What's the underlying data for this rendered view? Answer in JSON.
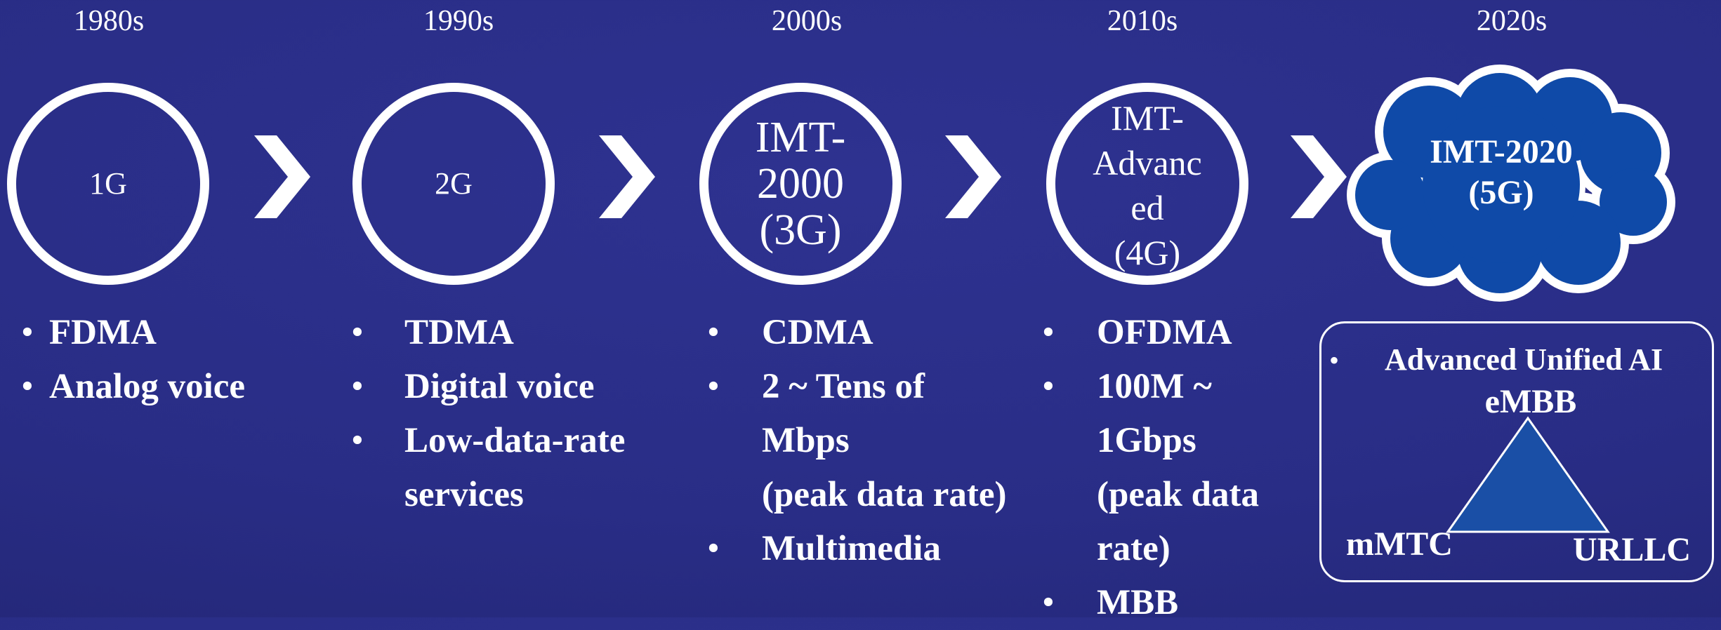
{
  "decades": [
    "1980s",
    "1990s",
    "2000s",
    "2010s",
    "2020s"
  ],
  "generations": [
    {
      "label_lines": [
        "1G"
      ]
    },
    {
      "label_lines": [
        "2G"
      ]
    },
    {
      "label_lines": [
        "IMT-",
        "2000",
        "(3G)"
      ]
    },
    {
      "label_lines": [
        "IMT-",
        "Advanc",
        "ed",
        "(4G)"
      ]
    }
  ],
  "cloud": {
    "line1": "IMT-2020",
    "line2": "(5G)"
  },
  "features": {
    "g1": [
      "FDMA",
      "Analog voice"
    ],
    "g2": [
      "TDMA",
      "Digital voice",
      "Low-data-rate",
      "services"
    ],
    "g3": [
      "CDMA",
      "2 ~ Tens of",
      "Mbps",
      "(peak data rate)",
      "Multimedia"
    ],
    "g4": [
      "OFDMA",
      "100M ~",
      "1Gbps",
      "(peak data",
      "rate)",
      "MBB"
    ]
  },
  "five_g_box": {
    "bullet": "Advanced Unified AI",
    "top": "eMBB",
    "left": "mMTC",
    "right": "URLLC"
  },
  "bullet_symbol": "•",
  "colors": {
    "background": "#2a2e88",
    "foreground": "#ffffff",
    "cloud_fill": "#0f4aa8",
    "triangle_fill": "#1a4fa6"
  }
}
